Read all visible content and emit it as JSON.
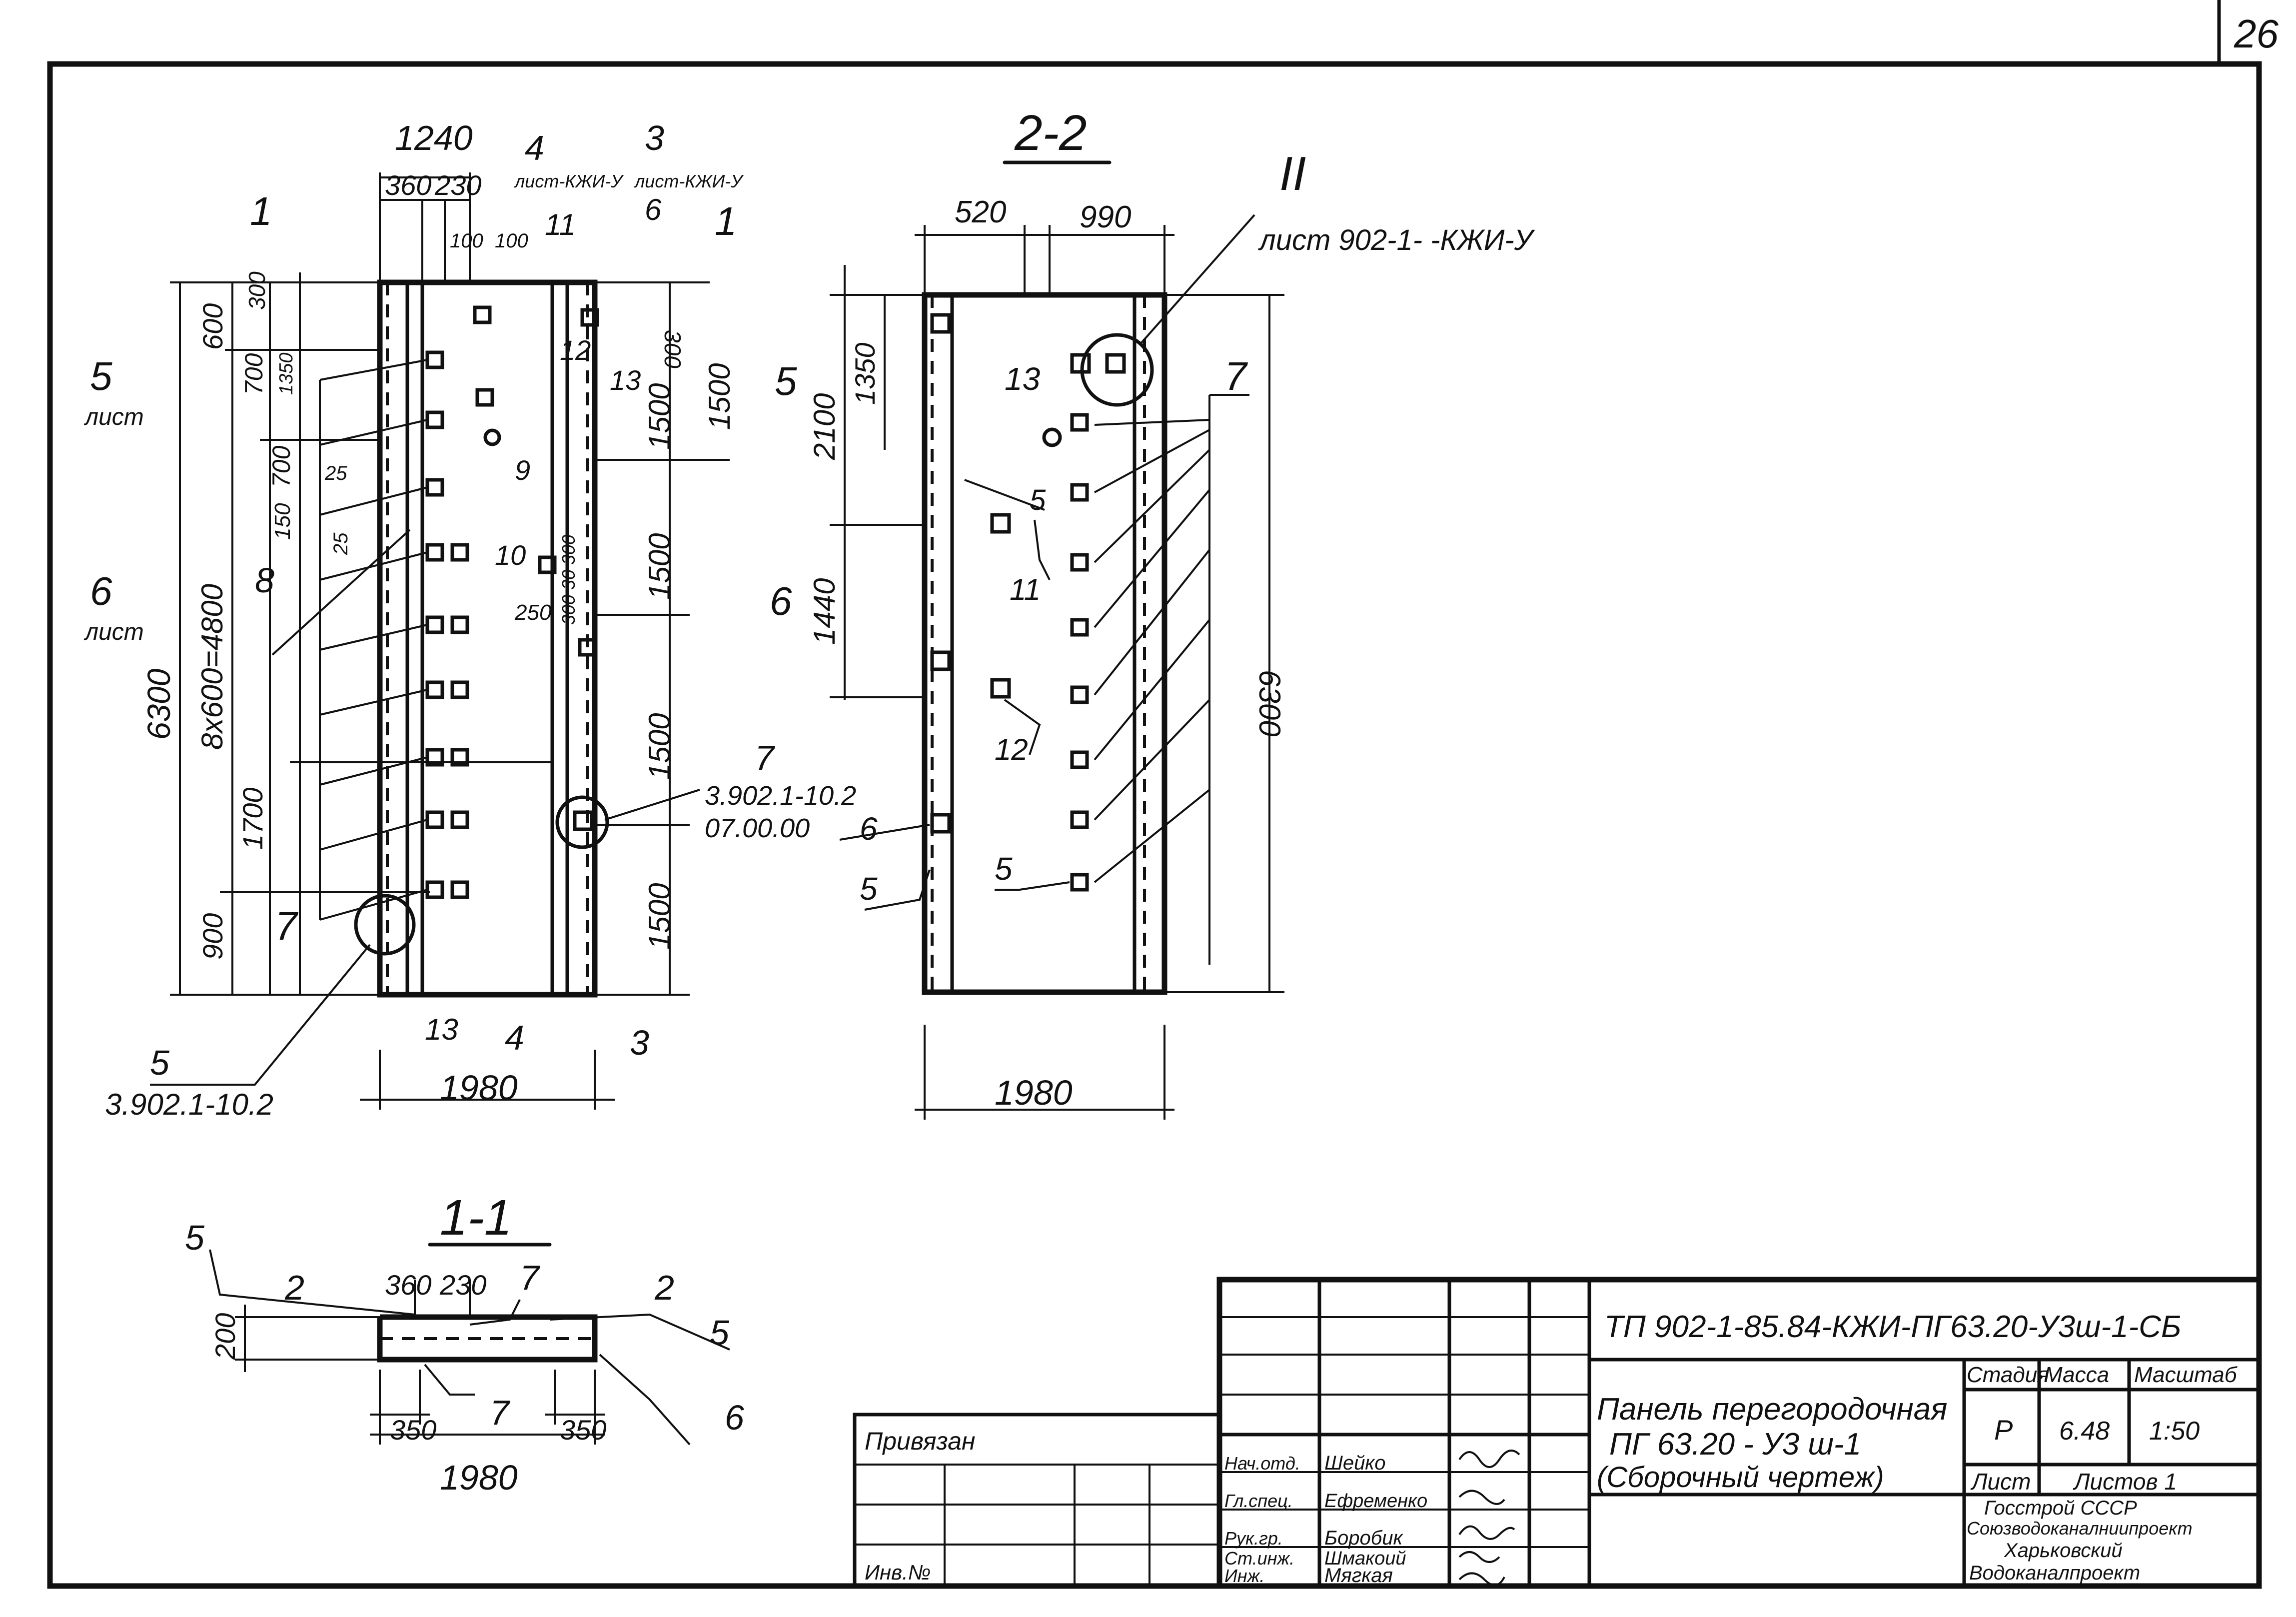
{
  "sheet_number": "26",
  "elevation": {
    "dim_width_top": "1240",
    "dim_360": "360",
    "dim_230": "230",
    "dim_100a": "100",
    "dim_100b": "100",
    "dim_total_h": "6300",
    "dim_8x600": "8x600=4800",
    "dim_600": "600",
    "dim_300a": "300",
    "dim_700a": "700",
    "dim_1350a": "1350",
    "dim_700b": "700",
    "dim_150": "150",
    "dim_25a": "25",
    "dim_25b": "25",
    "dim_1700": "1700",
    "dim_900": "900",
    "dim_1500a": "1500",
    "dim_1500b": "1500",
    "dim_1500c": "1500",
    "dim_1500d": "1500",
    "dim_1500e": "1500",
    "dim_300b": "300",
    "dim_250": "250",
    "dim_300_30": "300 30 300",
    "dim_bottom": "1980",
    "cut_1": "1",
    "cut_5": "5",
    "cut_6": "6",
    "sheet_ref": "лист",
    "ref_4": "4",
    "ref_3": "3",
    "ref_4_sheet": "лист-КЖИ-У",
    "ref_3_sheet": "лист-КЖИ-У",
    "mark_11": "11",
    "mark_6": "6",
    "mark_12": "12",
    "mark_13a": "13",
    "mark_9": "9",
    "mark_10": "10",
    "mark_8": "8",
    "mark_7a": "7",
    "mark_7b": "7",
    "mark_13b": "13",
    "mark_5": "5",
    "ref_5_doc": "3.902.1-10.2",
    "ref_7_doc1": "3.902.1-10.2",
    "ref_7_doc2": "07.00.00"
  },
  "section22": {
    "title": "2-2",
    "dim_520": "520",
    "dim_990": "990",
    "dim_2100": "2100",
    "dim_1350": "1350",
    "dim_1440": "1440",
    "dim_6300": "6300",
    "dim_1980": "1980",
    "node": "II",
    "node_ref": "лист 902-1-   -КЖИ-У",
    "m13": "13",
    "m5a": "5",
    "m11": "11",
    "m12": "12",
    "m6": "6",
    "m5b": "5",
    "m5c": "5",
    "m7": "7",
    "cut_6": "6"
  },
  "section11": {
    "title": "1-1",
    "m5a": "5",
    "m2a": "2",
    "dim_360": "360",
    "dim_230": "230",
    "m7a": "7",
    "m2b": "2",
    "m5b": "5",
    "dim_200": "200",
    "m7b": "7",
    "m6": "6",
    "dim_350a": "350",
    "dim_350b": "350",
    "dim_1980": "1980"
  },
  "title_block": {
    "doc_code": "ТП 902-1-85.84-КЖИ-ПГ63.20-У3ш-1-СБ",
    "name_line1": "Панель перегородочная",
    "name_line2": "ПГ 63.20 - У3 ш-1",
    "name_line3": "(Сборочный чертеж)",
    "col_stage": "Стадия",
    "col_mass": "Масса",
    "col_scale": "Масштаб",
    "stage": "Р",
    "mass": "6.48",
    "scale": "1:50",
    "sheet": "Лист",
    "sheets": "Листов 1",
    "org1": "Госстрой СССР",
    "org2": "Союзводоканалниипроект",
    "org3": "Харьковский",
    "org4": "Водоканалпроект",
    "bound": "Привязан",
    "inv": "Инв.№",
    "roles": [
      "Нач.отд.",
      "Гл.спец.",
      "Рук.гр.",
      "Ст.инж.",
      "Инж."
    ],
    "names": [
      "Шейко",
      "Ефременко",
      "Боробик",
      "Шмакоий",
      "Мягкая"
    ]
  }
}
